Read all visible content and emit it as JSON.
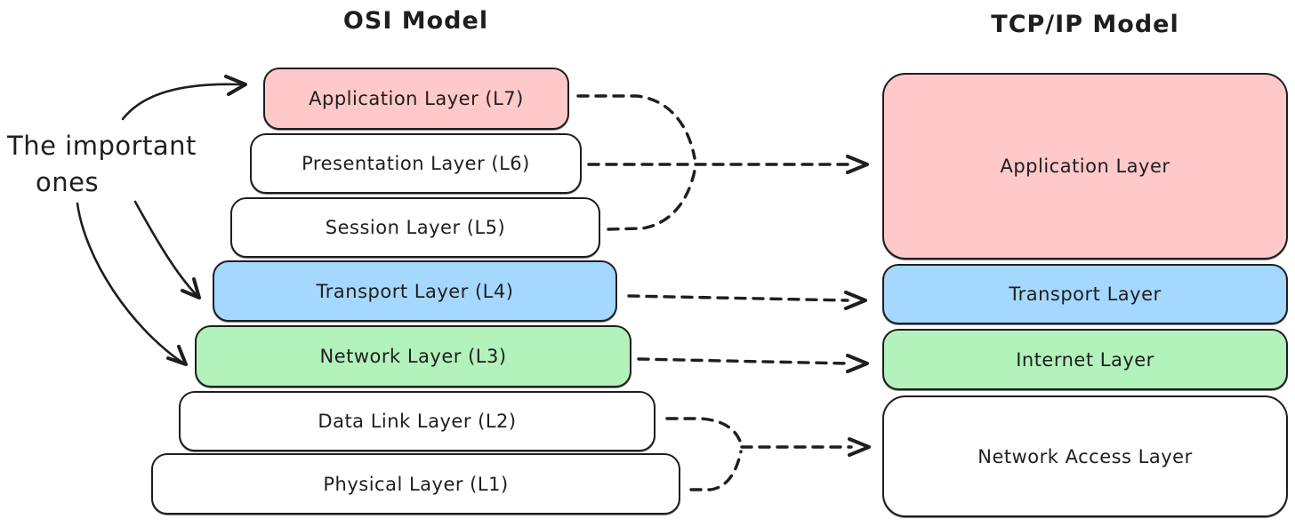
{
  "titles": {
    "osi": "OSI Model",
    "tcpip": "TCP/IP Model"
  },
  "annotation": {
    "line1": "The important",
    "line2": "ones",
    "points_to": [
      "Application Layer (L7)",
      "Transport Layer (L4)",
      "Network Layer (L3)"
    ]
  },
  "colors": {
    "pink": "#ffc9c9",
    "blue": "#a5d8ff",
    "green": "#b2f2bb",
    "white": "#ffffff",
    "stroke": "#1e1e1e"
  },
  "osi_layers": [
    {
      "label": "Application Layer (L7)",
      "fill": "pink"
    },
    {
      "label": "Presentation Layer (L6)",
      "fill": "white"
    },
    {
      "label": "Session Layer (L5)",
      "fill": "white"
    },
    {
      "label": "Transport Layer (L4)",
      "fill": "blue"
    },
    {
      "label": "Network Layer (L3)",
      "fill": "green"
    },
    {
      "label": "Data Link Layer (L2)",
      "fill": "white"
    },
    {
      "label": "Physical Layer (L1)",
      "fill": "white"
    }
  ],
  "tcpip_layers": [
    {
      "label": "Application Layer",
      "fill": "pink"
    },
    {
      "label": "Transport Layer",
      "fill": "blue"
    },
    {
      "label": "Internet Layer",
      "fill": "green"
    },
    {
      "label": "Network Access Layer",
      "fill": "white"
    }
  ],
  "mappings": [
    {
      "from": "L7, L6, L5",
      "to": "Application Layer"
    },
    {
      "from": "L4",
      "to": "Transport Layer"
    },
    {
      "from": "L3",
      "to": "Internet Layer"
    },
    {
      "from": "L2, L1",
      "to": "Network Access Layer"
    }
  ]
}
